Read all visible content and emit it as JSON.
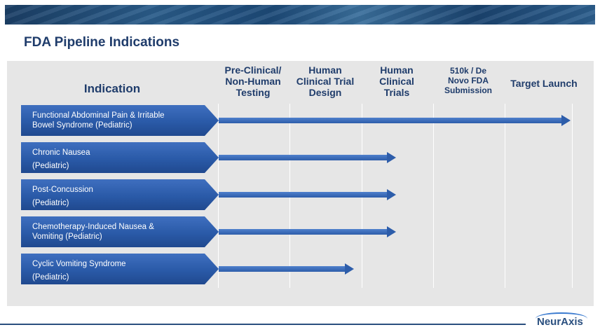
{
  "page_title": "FDA Pipeline Indications",
  "columns": {
    "indication": "Indication",
    "preclinical": [
      "Pre-Clinical/",
      "Non-Human",
      "Testing"
    ],
    "trial_design": [
      "Human",
      "Clinical Trial",
      "Design"
    ],
    "human_trials": [
      "Human",
      "Clinical",
      "Trials"
    ],
    "submission": [
      "510k / De",
      "Novo FDA",
      "Submission"
    ],
    "target_launch": "Target Launch"
  },
  "rows": [
    {
      "line1": "Functional Abdominal Pain & Irritable",
      "line2": "Bowel Syndrome (Pediatric)",
      "progress_stage": "Target Launch"
    },
    {
      "line1": "Chronic Nausea",
      "line2": "(Pediatric)",
      "progress_stage": "Human Clinical Trials"
    },
    {
      "line1": "Post-Concussion",
      "line2": "(Pediatric)",
      "progress_stage": "Human Clinical Trials"
    },
    {
      "line1": "Chemotherapy-Induced Nausea &",
      "line2": "Vomiting (Pediatric)",
      "progress_stage": "Human Clinical Trials"
    },
    {
      "line1": "Cyclic Vomiting Syndrome",
      "line2": "(Pediatric)",
      "progress_stage": "Human Clinical Trial Design"
    }
  ],
  "logo_text": "NeurAxis",
  "colors": {
    "accent": "#1f3c6b",
    "bar": "#2d5daa",
    "panel": "#e6e6e6"
  }
}
